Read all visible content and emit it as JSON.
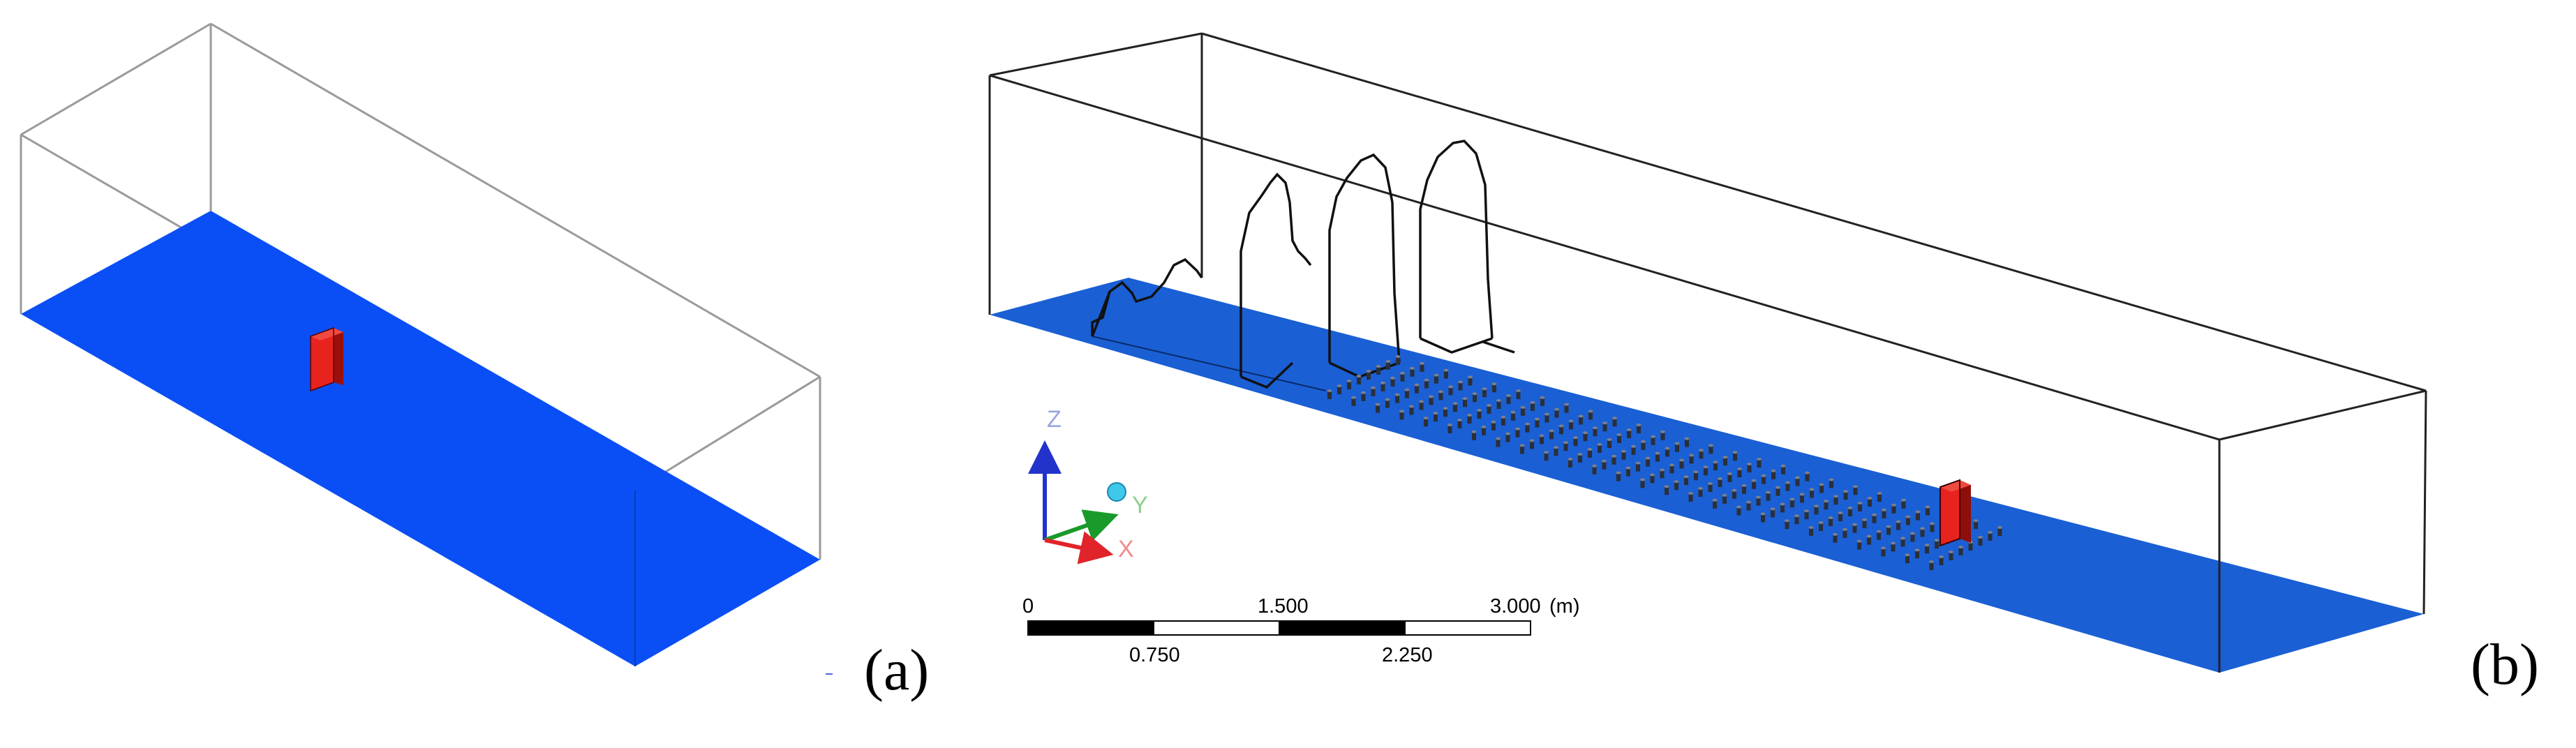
{
  "panels": {
    "a": {
      "label": "(a)"
    },
    "b": {
      "label": "(b)"
    }
  },
  "triad": {
    "z_label": "Z",
    "y_label": "Y",
    "x_label": "X"
  },
  "scale_bar": {
    "top_labels": [
      "0",
      "1.500",
      "3.000"
    ],
    "unit": "(m)",
    "bottom_labels": [
      "0.750",
      "2.250"
    ]
  },
  "colors": {
    "floor_a": "#0a4ff5",
    "floor_b": "#1a5fd4",
    "obstacle": "#e8231e",
    "z_axis": "#2233cc",
    "y_axis": "#1a9a2a",
    "x_axis": "#e0242a",
    "z_text": "#9aa4e0",
    "y_text": "#8fd08f",
    "x_text": "#f08a8a"
  }
}
